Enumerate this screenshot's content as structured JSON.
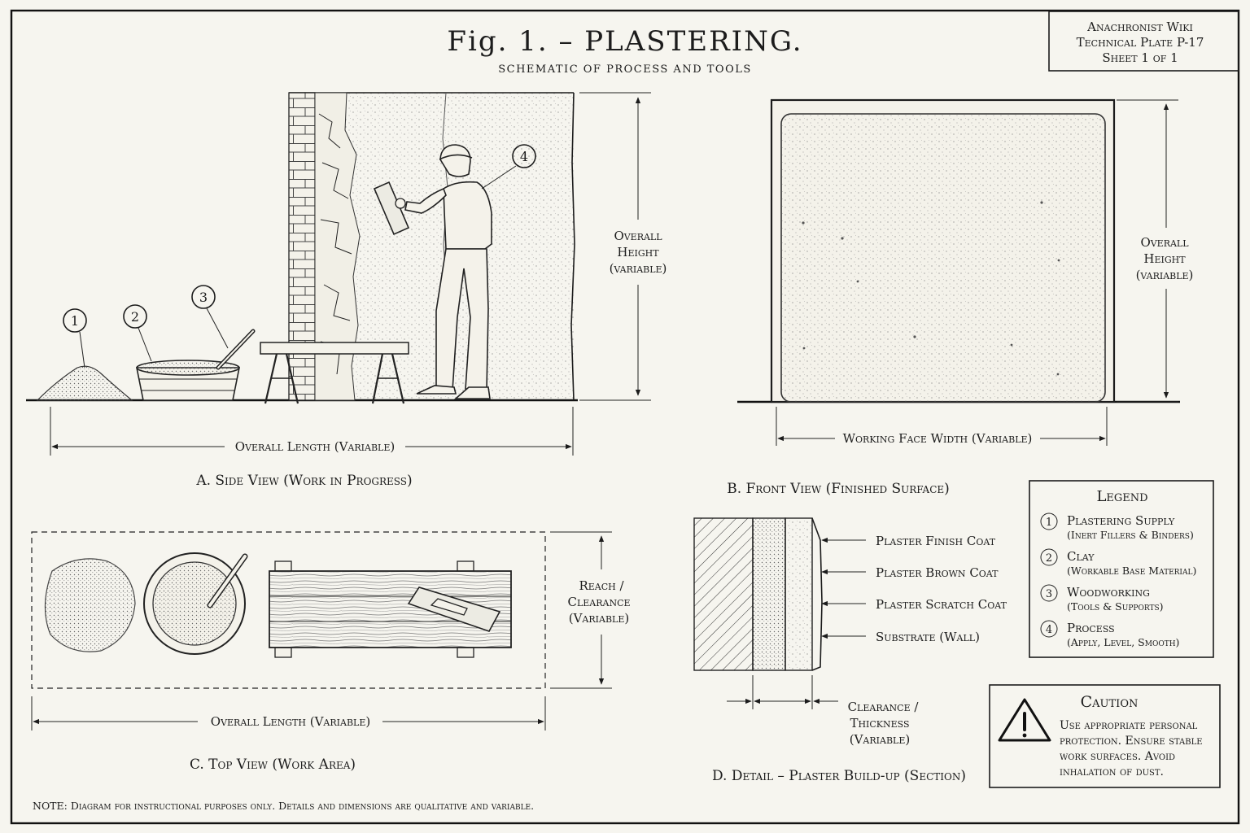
{
  "header": {
    "title": "Fig. 1. – PLASTERING.",
    "subtitle": "SCHEMATIC OF PROCESS AND TOOLS"
  },
  "stamp": {
    "line1": "Anachronist Wiki",
    "line2": "Technical Plate P-17",
    "line3": "Sheet 1 of 1"
  },
  "side_view": {
    "caption": "A. Side View (Work in Progress)",
    "height_label": [
      "Overall",
      "Height",
      "(variable)"
    ],
    "length_label": "Overall Length (Variable)",
    "callouts": [
      "1",
      "2",
      "3",
      "4"
    ]
  },
  "front_view": {
    "caption": "B. Front View (Finished Surface)",
    "height_label": [
      "Overall",
      "Height",
      "(variable)"
    ],
    "width_label": "Working Face Width (Variable)"
  },
  "top_view": {
    "caption": "C. Top View (Work Area)",
    "reach_label": [
      "Reach /",
      "Clearance",
      "(Variable)"
    ],
    "length_label": "Overall Length (Variable)"
  },
  "detail": {
    "caption": "D. Detail – Plaster Build-up (Section)",
    "layers": [
      "Plaster Finish Coat",
      "Plaster Brown Coat",
      "Plaster Scratch Coat",
      "Substrate (Wall)"
    ],
    "thickness_label": [
      "Clearance /",
      "Thickness",
      "(Variable)"
    ]
  },
  "legend": {
    "title": "Legend",
    "items": [
      {
        "num": "1",
        "name": "Plastering Supply",
        "desc": "(Inert Fillers & Binders)"
      },
      {
        "num": "2",
        "name": "Clay",
        "desc": "(Workable Base Material)"
      },
      {
        "num": "3",
        "name": "Woodworking",
        "desc": "(Tools & Supports)"
      },
      {
        "num": "4",
        "name": "Process",
        "desc": "(Apply, Level, Smooth)"
      }
    ]
  },
  "caution": {
    "title": "Caution",
    "lines": [
      "Use appropriate personal",
      "protection. Ensure stable",
      "work surfaces. Avoid",
      "inhalation of dust."
    ]
  },
  "note": "NOTE: Diagram for instructional purposes only. Details and dimensions are qualitative and variable.",
  "colors": {
    "paper": "#f6f5ef",
    "ink": "#1c1c1c"
  }
}
